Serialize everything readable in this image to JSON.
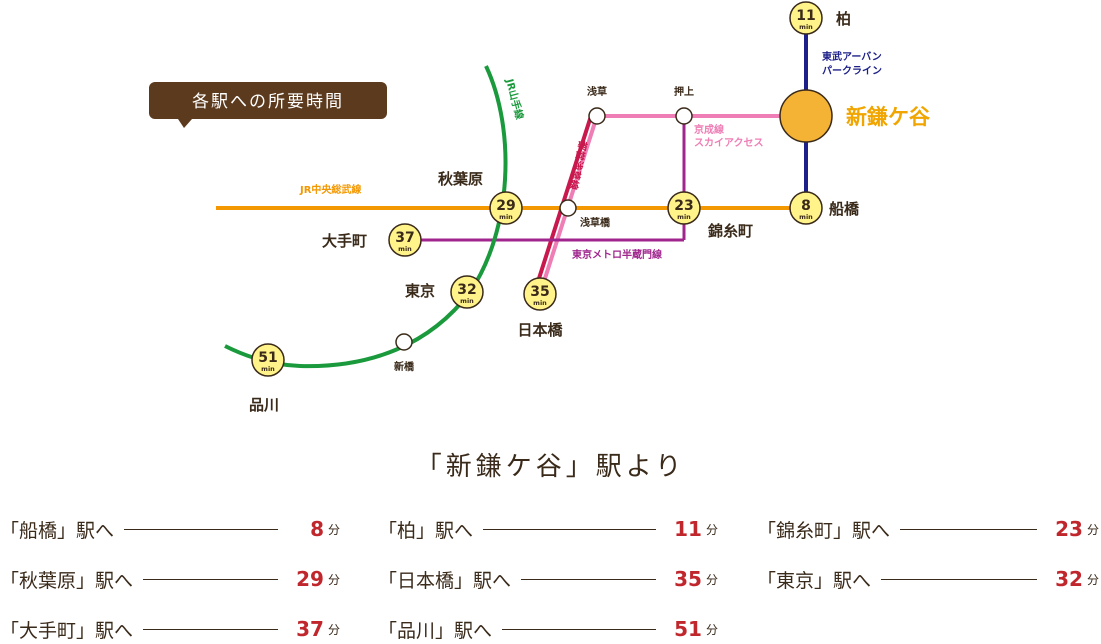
{
  "title_box": "各駅への所要時間",
  "subtitle": "「新鎌ケ谷」駅より",
  "colors": {
    "jr_chuo_sobu": "#f39800",
    "jr_yamanote": "#1a9a3c",
    "toei_asakusa": "#c8184d",
    "hanzomon": "#a0268e",
    "keisei": "#ee7eb5",
    "tobu_urban": "#1d2088",
    "badge_fill": "#fff38a",
    "origin_fill": "#f5b335",
    "accent": "#c0272d",
    "text": "#3a2a1a"
  },
  "origin": {
    "name": "新鎌ケ谷"
  },
  "unit_min": "min",
  "stations": {
    "kashiwa": {
      "name": "柏",
      "time": "11"
    },
    "funabashi": {
      "name": "船橋",
      "time": "8"
    },
    "kinshicho": {
      "name": "錦糸町",
      "time": "23"
    },
    "akihabara": {
      "name": "秋葉原",
      "time": "29"
    },
    "otemachi": {
      "name": "大手町",
      "time": "37"
    },
    "tokyo": {
      "name": "東京",
      "time": "32"
    },
    "nihonbashi": {
      "name": "日本橋",
      "time": "35"
    },
    "shinagawa": {
      "name": "品川",
      "time": "51"
    },
    "asakusa": {
      "name": "浅草"
    },
    "oshiage": {
      "name": "押上"
    },
    "asakusabashi": {
      "name": "浅草橋"
    },
    "shimbashi": {
      "name": "新橋"
    }
  },
  "lines": {
    "tobu_urban_1": "東武アーバン",
    "tobu_urban_2": "パークライン",
    "keisei_1": "京成線",
    "keisei_2": "スカイアクセス",
    "jr_chuo_sobu": "JR中央総武線",
    "jr_yamanote": "JR山手線",
    "toei_asakusa": "都営浅草線",
    "hanzomon": "東京メトロ半蔵門線"
  },
  "table": {
    "unit": "分",
    "rows": [
      {
        "label": "「船橋」駅へ",
        "value": "8"
      },
      {
        "label": "「柏」駅へ",
        "value": "11"
      },
      {
        "label": "「錦糸町」駅へ",
        "value": "23"
      },
      {
        "label": "「秋葉原」駅へ",
        "value": "29"
      },
      {
        "label": "「日本橋」駅へ",
        "value": "35"
      },
      {
        "label": "「東京」駅へ",
        "value": "32"
      },
      {
        "label": "「大手町」駅へ",
        "value": "37"
      },
      {
        "label": "「品川」駅へ",
        "value": "51"
      }
    ]
  }
}
